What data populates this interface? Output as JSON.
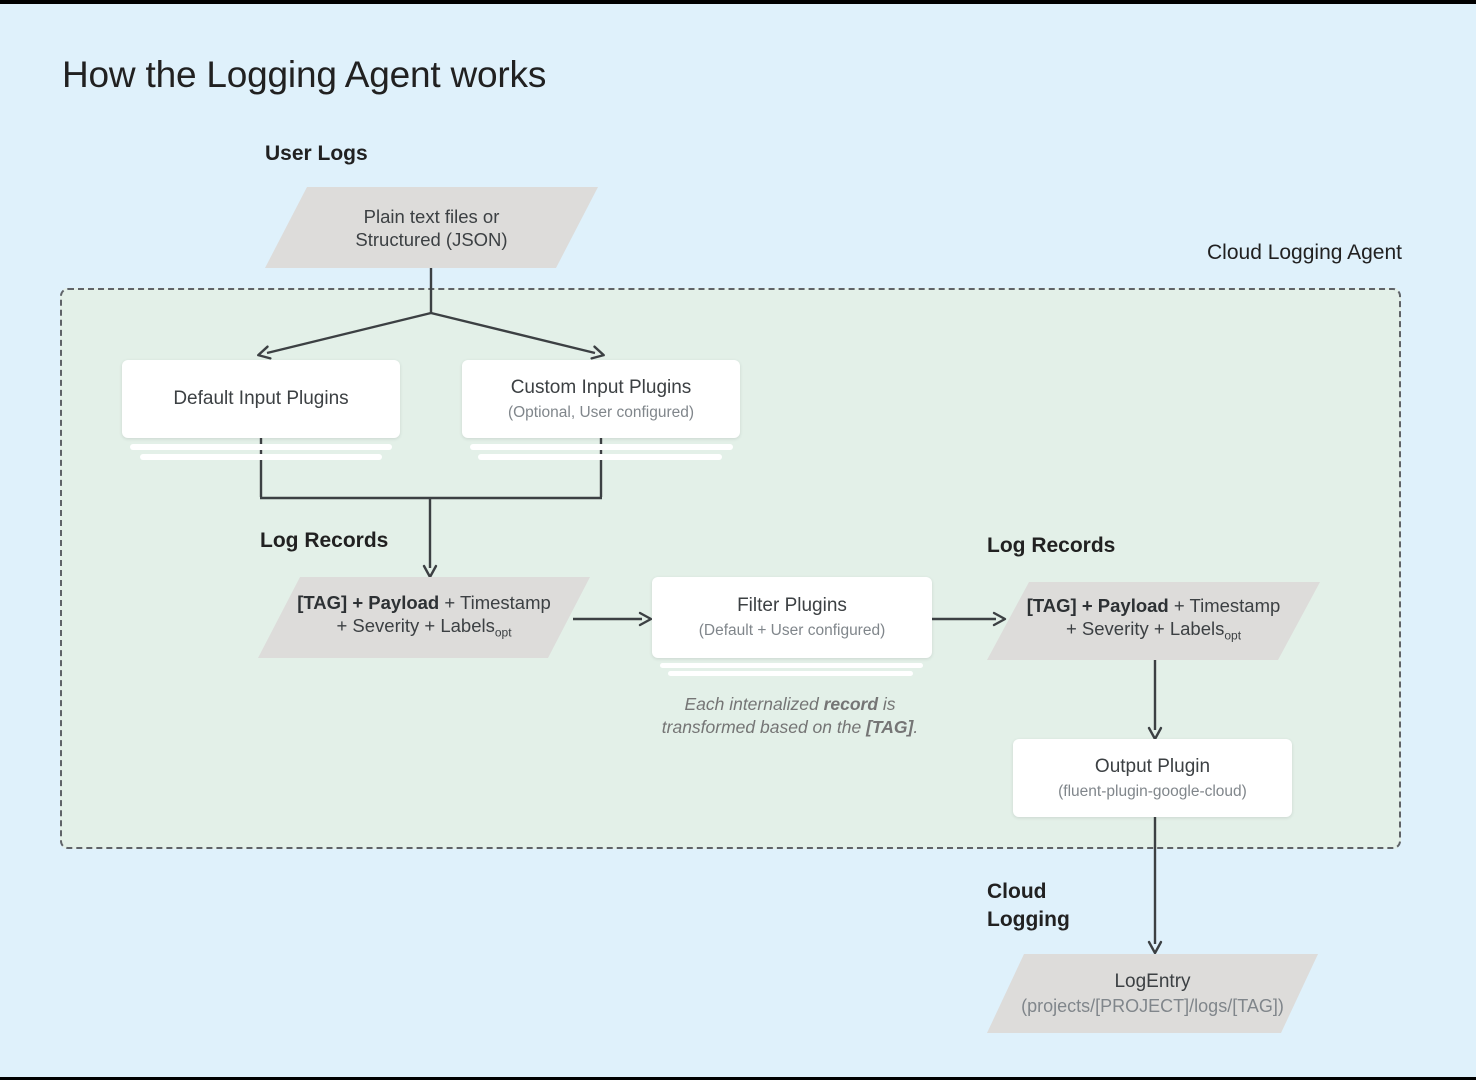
{
  "page": {
    "title": "How the Logging Agent works"
  },
  "labels": {
    "user_logs": "User Logs",
    "cloud_logging_agent": "Cloud Logging Agent",
    "log_records_left": "Log Records",
    "log_records_right": "Log Records",
    "cloud_logging_line1": "Cloud",
    "cloud_logging_line2": "Logging"
  },
  "nodes": {
    "user_input": {
      "line1": "Plain text files or",
      "line2": "Structured (JSON)"
    },
    "default_input": {
      "title": "Default Input Plugins"
    },
    "custom_input": {
      "title": "Custom Input Plugins",
      "subtitle": "(Optional, User configured)"
    },
    "log_record_left": {
      "bold": "[TAG] + Payload",
      "rest": " + Timestamp",
      "line2_pre": "+ Severity + Labels",
      "line2_sub": "opt"
    },
    "filter_plugins": {
      "title": "Filter Plugins",
      "subtitle": "(Default + User configured)"
    },
    "log_record_right": {
      "bold": "[TAG] + Payload",
      "rest": " + Timestamp",
      "line2_pre": "+ Severity + Labels",
      "line2_sub": "opt"
    },
    "output_plugin": {
      "title": "Output Plugin",
      "subtitle": "(fluent-plugin-google-cloud)"
    },
    "log_entry": {
      "title": "LogEntry",
      "subtitle": "(projects/[PROJECT]/logs/[TAG])"
    }
  },
  "note": {
    "l1a": "Each internalized ",
    "l1b": "record",
    "l1c": " is",
    "l2a": "transformed based on the ",
    "l2b": "[TAG]",
    "l2c": "."
  },
  "colors": {
    "background": "#dff1fb",
    "agent_bg": "#e3f0e8",
    "agent_border": "#5f6368",
    "shape_fill": "#dddcda",
    "card": "#ffffff",
    "arrow": "#3c4043",
    "text": "#212121",
    "text_secondary": "#3c4043",
    "muted": "#80868b",
    "note": "#757575",
    "edge": "#000000"
  }
}
